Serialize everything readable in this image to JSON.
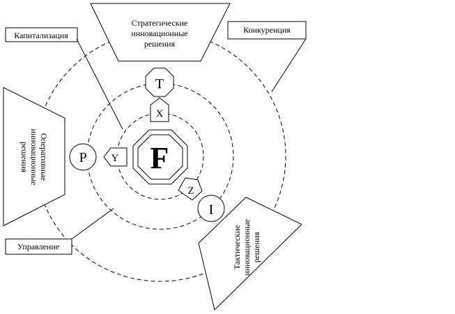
{
  "diagram": {
    "center": "F",
    "inner_nodes": {
      "x": "X",
      "y": "Y",
      "z": "Z"
    },
    "outer_nodes": {
      "t": "T",
      "p": "P",
      "i": "I"
    },
    "decisions": {
      "strategic": [
        "Стратегические",
        "инновационные",
        "решения"
      ],
      "operational": [
        "Оперативные",
        "инновационные",
        "решения"
      ],
      "tactical": [
        "Тактические",
        "инновационные",
        "решения"
      ]
    },
    "labels": {
      "capitalization": "Капитализация",
      "competition": "Конкуренция",
      "management": "Управление"
    }
  }
}
